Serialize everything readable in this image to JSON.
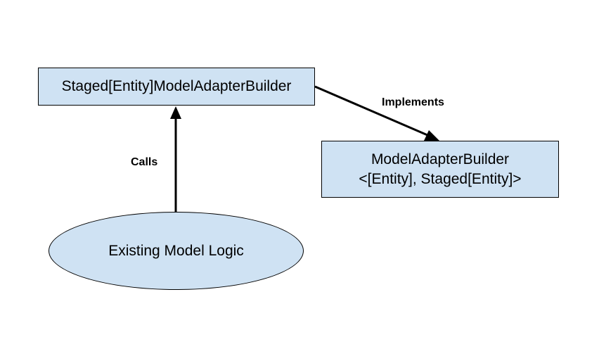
{
  "diagram": {
    "nodes": {
      "builder": {
        "label": "Staged[Entity]ModelAdapterBuilder"
      },
      "interface": {
        "line1": "ModelAdapterBuilder",
        "line2": "<[Entity], Staged[Entity]>"
      },
      "logic": {
        "label": "Existing Model Logic"
      }
    },
    "edges": {
      "implements": {
        "label": "Implements",
        "from": "builder",
        "to": "interface"
      },
      "calls": {
        "label": "Calls",
        "from": "logic",
        "to": "builder"
      }
    },
    "colors": {
      "node_fill": "#cfe2f3",
      "stroke": "#000000"
    }
  }
}
